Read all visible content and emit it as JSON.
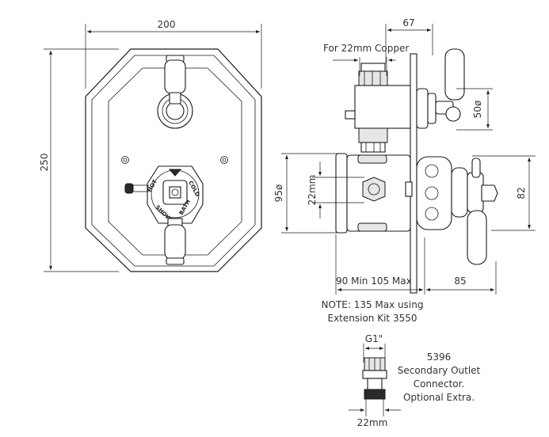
{
  "dimensions": {
    "width_front": "200",
    "height_front": "250",
    "offset_top": "67",
    "copper_note": "For 22mm Copper",
    "diameter_small": "50ø",
    "diameter_body": "95ø",
    "center_spacing": "22mm",
    "cover_height": "82",
    "depth_range": "90 Min 105 Max",
    "handle_projection": "85"
  },
  "notes": {
    "note_line1": "NOTE: 135 Max using",
    "note_line2": "Extension Kit 3550"
  },
  "knob_labels": {
    "hot": "HOT",
    "cold": "COLD",
    "shower": "SHOWER",
    "bath": "BATH"
  },
  "connector": {
    "thread": "G1\"",
    "part_number": "5396",
    "name_line1": "Secondary Outlet",
    "name_line2": "Connector.",
    "name_line3": "Optional Extra.",
    "pipe_size": "22mm"
  },
  "colors": {
    "line": "#1a1a1a",
    "text": "#333333",
    "background": "#ffffff"
  }
}
